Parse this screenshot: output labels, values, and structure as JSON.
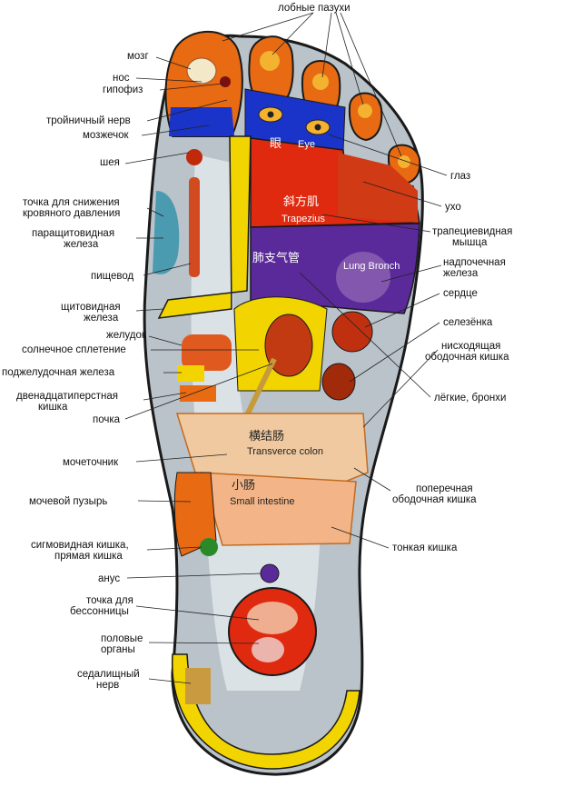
{
  "colors": {
    "outline": "#1a1a1a",
    "sole_gray": "#b9c3c9",
    "toe_orange": "#e86a12",
    "yellow": "#f2d400",
    "blue": "#1a33c8",
    "red": "#e02a10",
    "purple": "#5a2a9a",
    "intestine": "#f0c9a0"
  },
  "labels": {
    "frontal_sinuses": "лобные пазухи",
    "brain": "мозг",
    "nose": "нос",
    "pituitary": "гипофиз",
    "trigeminal": "тройничный нерв",
    "cerebellum": "мозжечок",
    "neck": "шея",
    "bp_line1": "точка для снижения",
    "bp_line2": "кровяного давления",
    "parathyroid_line1": "паращитовидная",
    "parathyroid_line2": "железа",
    "esophagus": "пищевод",
    "thyroid_line1": "щитовидная",
    "thyroid_line2": "железа",
    "stomach": "желудок",
    "solar_plexus": "солнечное сплетение",
    "pancreas": "поджелудочная железа",
    "duodenum_line1": "двенадцатиперстная",
    "duodenum_line2": "кишка",
    "kidney": "почка",
    "ureter": "мочеточник",
    "bladder": "мочевой пузырь",
    "sigmoid_line1": "сигмовидная кишка,",
    "sigmoid_line2": "прямая кишка",
    "anus": "анус",
    "insomnia_line1": "точка для",
    "insomnia_line2": "бессонницы",
    "genitals_line1": "половые",
    "genitals_line2": "органы",
    "sciatic_line1": "седалищный",
    "sciatic_line2": "нерв",
    "eye": "глаз",
    "ear": "ухо",
    "trapezius_line1": "трапециевидная",
    "trapezius_line2": "мышца",
    "adrenal_line1": "надпочечная",
    "adrenal_line2": "железа",
    "heart": "сердце",
    "spleen": "селезёнка",
    "descending_line1": "нисходящая",
    "descending_line2": "ободочная  кишка",
    "lungs": "лёгкие, бронхи",
    "transverse_line1": "поперечная",
    "transverse_line2": "ободочная кишка",
    "small_intestine": "тонкая кишка"
  },
  "inner_labels": {
    "eye_cn": "眼",
    "eye_en": "Eye",
    "trapezius_cn": "斜方肌",
    "trapezius_en": "Trapezius",
    "lung_cn": "肺支气管",
    "lung_en": "Lung Bronch",
    "transverse_cn": "横结肠",
    "transverse_en": "Transverce colon",
    "small_cn": "小肠",
    "small_en": "Small intestine"
  }
}
